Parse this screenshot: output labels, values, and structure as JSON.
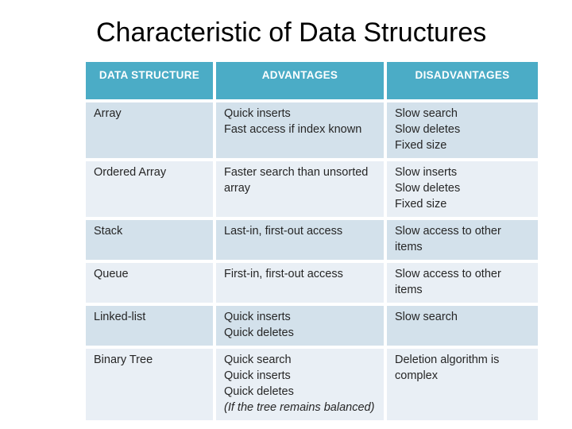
{
  "title": "Characteristic of Data Structures",
  "table": {
    "headers": [
      "DATA STRUCTURE",
      "ADVANTAGES",
      "DISADVANTAGES"
    ],
    "rows": [
      {
        "structure": "Array",
        "advantages": [
          "Quick inserts",
          "Fast access if index known"
        ],
        "disadvantages": [
          "Slow search",
          "Slow deletes",
          "Fixed size"
        ]
      },
      {
        "structure": "Ordered Array",
        "advantages": [
          "Faster search than unsorted array"
        ],
        "disadvantages": [
          "Slow inserts",
          "Slow deletes",
          "Fixed size"
        ]
      },
      {
        "structure": "Stack",
        "advantages": [
          "Last-in, first-out access"
        ],
        "disadvantages": [
          "Slow access to other items"
        ]
      },
      {
        "structure": "Queue",
        "advantages": [
          "First-in, first-out access"
        ],
        "disadvantages": [
          "Slow access to other items"
        ]
      },
      {
        "structure": "Linked-list",
        "advantages": [
          "Quick inserts",
          "Quick deletes"
        ],
        "disadvantages": [
          "Slow search"
        ]
      },
      {
        "structure": "Binary Tree",
        "advantages": [
          "Quick search",
          "Quick inserts",
          "Quick deletes"
        ],
        "advantages_note": "(If the tree remains balanced)",
        "disadvantages": [
          "Deletion algorithm is complex"
        ]
      }
    ]
  },
  "colors": {
    "header_bg": "#4bacc6",
    "header_text": "#ffffff",
    "row_band_dark": "#d3e1eb",
    "row_band_light": "#e9eff5",
    "body_text": "#262626",
    "title_text": "#000000"
  }
}
